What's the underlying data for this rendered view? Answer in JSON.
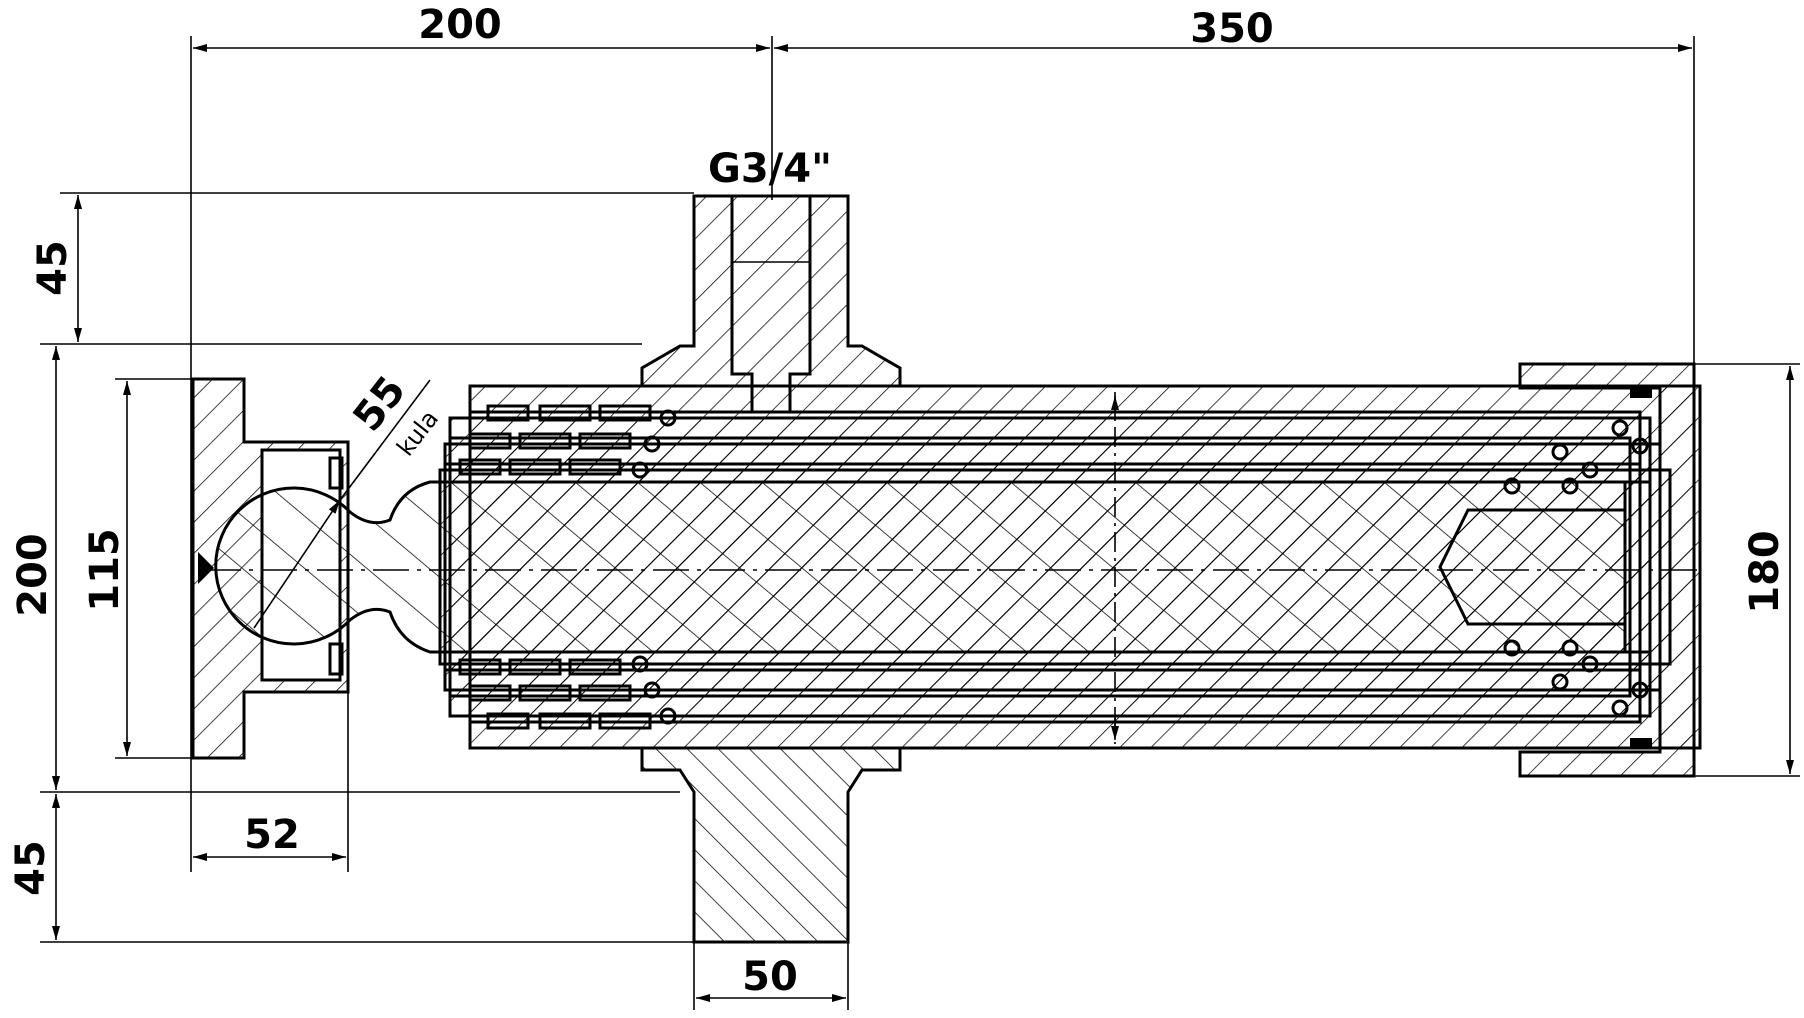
{
  "dimensions": {
    "top_left": "200",
    "top_right": "350",
    "port_thread": "G3/4\"",
    "left_upper_height": "45",
    "left_total": "200",
    "left_inner": "115",
    "ball_diameter": "55",
    "ball_note": "kula",
    "bottom_left_width": "52",
    "left_lower_height": "45",
    "bottom_width": "50",
    "right_height": "180"
  },
  "colors": {
    "line": "#000000",
    "background": "#ffffff"
  }
}
